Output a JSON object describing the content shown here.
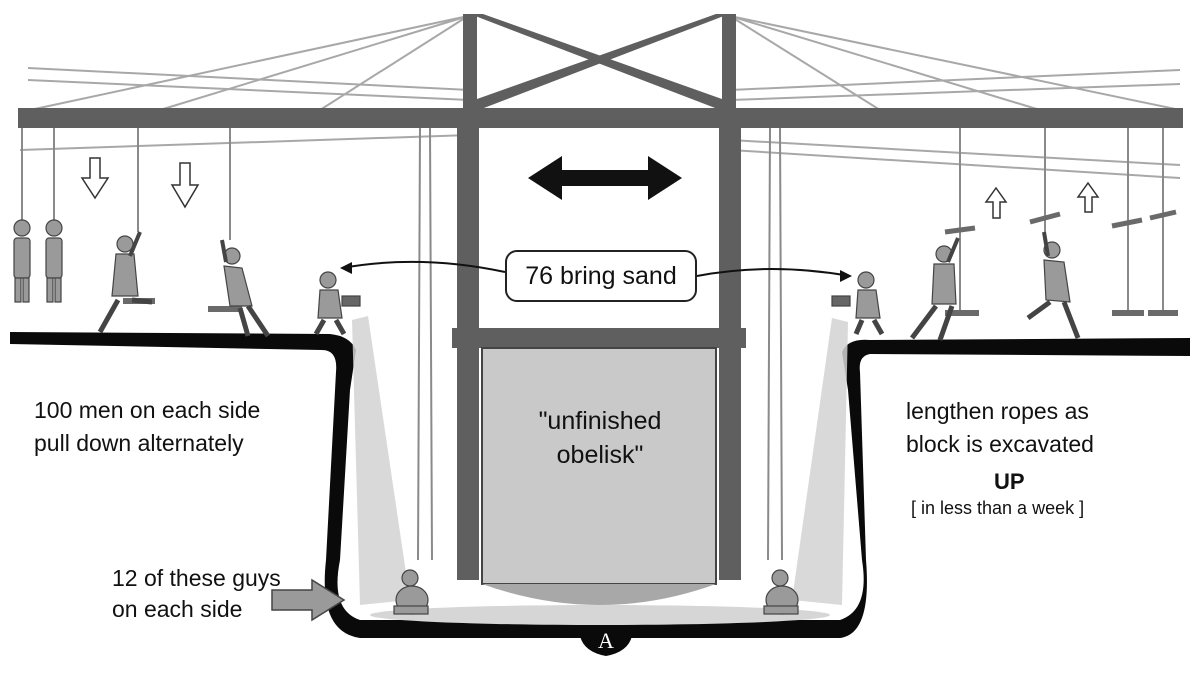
{
  "labels": {
    "bring_sand": "76 bring sand",
    "left_line1": "100 men on each side",
    "left_line2": "pull down alternately",
    "right_line1": "lengthen ropes as",
    "right_line2": "block is excavated",
    "right_up": "UP",
    "right_week": "[ in less than a week ]",
    "obelisk_line1": "\"unfinished",
    "obelisk_line2": "obelisk\"",
    "guys_line1": "12 of these guys",
    "guys_line2": "on each side",
    "pit_mark": "A"
  },
  "colors": {
    "beam": "#5f5f5f",
    "block": "#c9c9c9",
    "ground": "#0a0a0a",
    "sand": "#c8c8c8",
    "figure": "#9a9a9a"
  }
}
